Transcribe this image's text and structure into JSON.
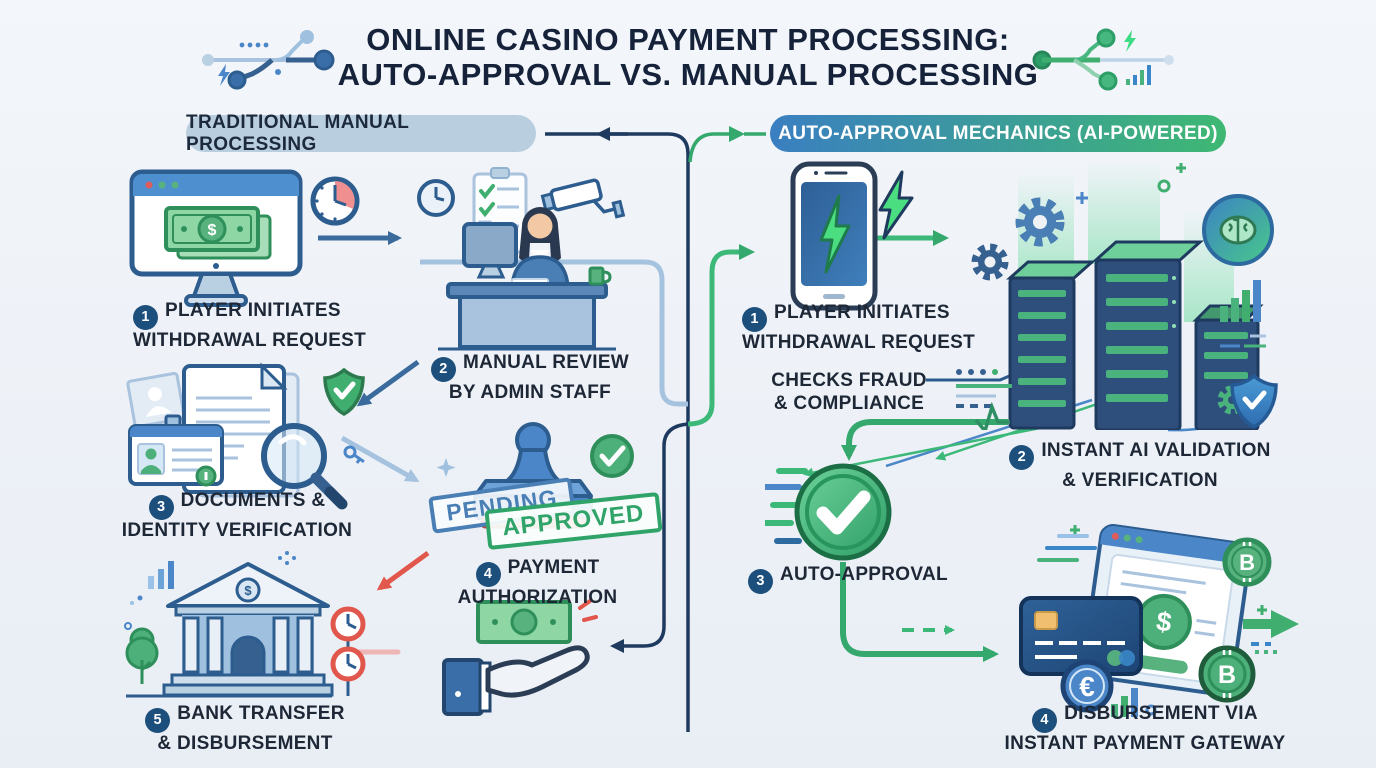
{
  "title": {
    "line1": "ONLINE CASINO PAYMENT PROCESSING:",
    "line2": "AUTO-APPROVAL VS. MANUAL PROCESSING"
  },
  "left_column": {
    "header": "TRADITIONAL MANUAL PROCESSING",
    "steps": [
      {
        "num": "1",
        "label": "PLAYER INITIATES\nWITHDRAWAL REQUEST"
      },
      {
        "num": "2",
        "label": "MANUAL REVIEW\nBY ADMIN STAFF"
      },
      {
        "num": "3",
        "label": "DOCUMENTS &\nIDENTITY VERIFICATION"
      },
      {
        "num": "4",
        "label": "PAYMENT\nAUTHORIZATION"
      },
      {
        "num": "5",
        "label": "BANK TRANSFER\n& DISBURSEMENT"
      }
    ],
    "stamp": {
      "pending": "PENDING",
      "approved": "APPROVED"
    }
  },
  "right_column": {
    "header": "AUTO-APPROVAL MECHANICS (AI-POWERED)",
    "note": "CHECKS FRAUD\n& COMPLIANCE",
    "steps": [
      {
        "num": "1",
        "label": "PLAYER INITIATES\nWITHDRAWAL REQUEST"
      },
      {
        "num": "2",
        "label": "INSTANT AI VALIDATION\n& VERIFICATION"
      },
      {
        "num": "3",
        "label": "AUTO-APPROVAL"
      },
      {
        "num": "4",
        "label": "DISBURSEMENT VIA\nINSTANT PAYMENT GATEWAY"
      }
    ]
  },
  "symbols": {
    "dollar": "$",
    "euro": "€",
    "bitcoin": "B"
  },
  "colors": {
    "navy": "#1f3a5f",
    "steel_blue": "#3a6b9c",
    "light_blue": "#a5c3df",
    "green": "#3cb878",
    "red": "#e2574c",
    "pill_left_bg": "#b9cfe0",
    "pill_right_from": "#3a7fc1",
    "pill_right_to": "#3eb873",
    "badge": "#1d4f7c",
    "background": "#edf1f6"
  }
}
